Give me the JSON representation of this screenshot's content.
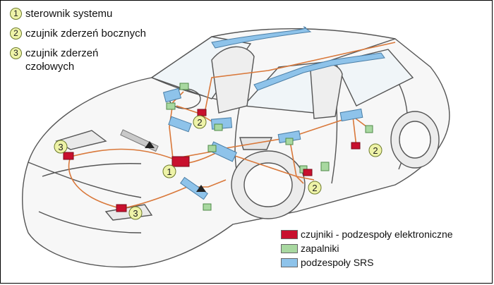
{
  "key_items": [
    {
      "num": "1",
      "text": "sterownik systemu"
    },
    {
      "num": "2",
      "text": "czujnik zderzeń bocznych"
    },
    {
      "num": "3",
      "text": "czujnik zderzeń czołowych"
    }
  ],
  "legend": [
    {
      "label": "czujniki - podzespoły elektroniczne",
      "color": "#c8102e"
    },
    {
      "label": "zapalniki",
      "color": "#a8d8a0"
    },
    {
      "label": "podzespoły SRS",
      "color": "#8ec3ea"
    }
  ],
  "callouts": [
    "1",
    "2",
    "2",
    "2",
    "3",
    "3"
  ],
  "colors": {
    "wiring": "#d9783a",
    "outline": "#555555",
    "badge": "#eef3a8"
  }
}
